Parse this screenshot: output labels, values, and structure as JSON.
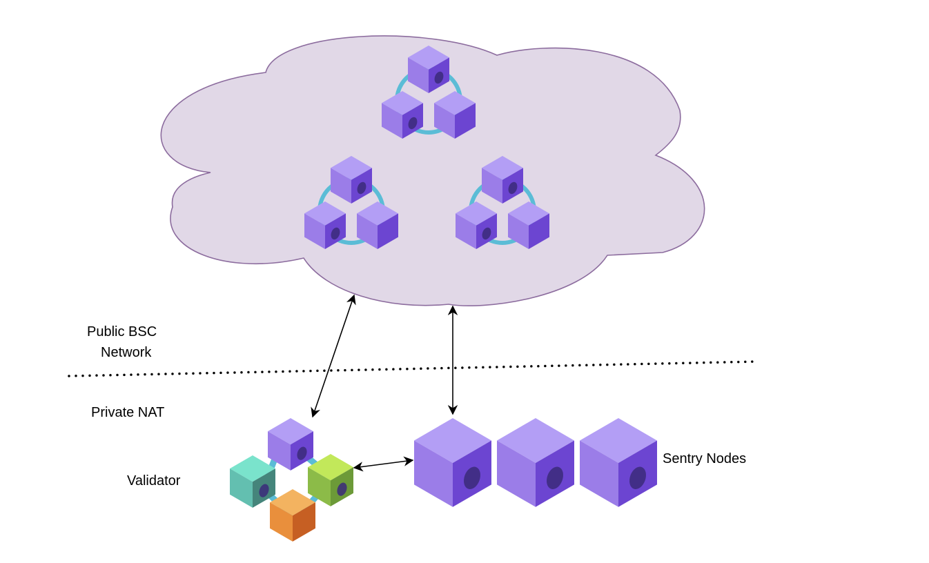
{
  "labels": {
    "public_line1": "Public  BSC",
    "public_line2": "Network",
    "private": "Private NAT",
    "validator": "Validator",
    "sentry": "Sentry Nodes"
  },
  "colors": {
    "cloud_fill": "#e1d8e7",
    "cloud_stroke": "#8c6c9e",
    "connector": "#5bbcd6",
    "purple": {
      "top": "#b39ef5",
      "left": "#9b7de8",
      "right": "#6c45d1"
    },
    "teal": {
      "top": "#7ae3cc",
      "left": "#63bfb0",
      "right": "#45857b"
    },
    "green": {
      "top": "#c2e85a",
      "left": "#8cbb48",
      "right": "#6c9a38"
    },
    "orange": {
      "top": "#f3b360",
      "left": "#e98f3c",
      "right": "#c65f23"
    }
  }
}
